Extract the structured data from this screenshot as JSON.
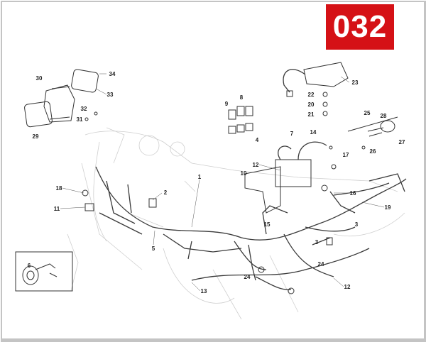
{
  "badge": {
    "text": "032",
    "color": "#d51116"
  },
  "labels": [
    "30",
    "34",
    "33",
    "32",
    "31",
    "29",
    "9",
    "8",
    "4",
    "23",
    "22",
    "20",
    "21",
    "25",
    "28",
    "26",
    "27",
    "7",
    "14",
    "17",
    "12",
    "10",
    "1",
    "18",
    "2",
    "11",
    "5",
    "16",
    "19",
    "15",
    "3",
    "3",
    "24",
    "24",
    "12",
    "13",
    "6"
  ]
}
